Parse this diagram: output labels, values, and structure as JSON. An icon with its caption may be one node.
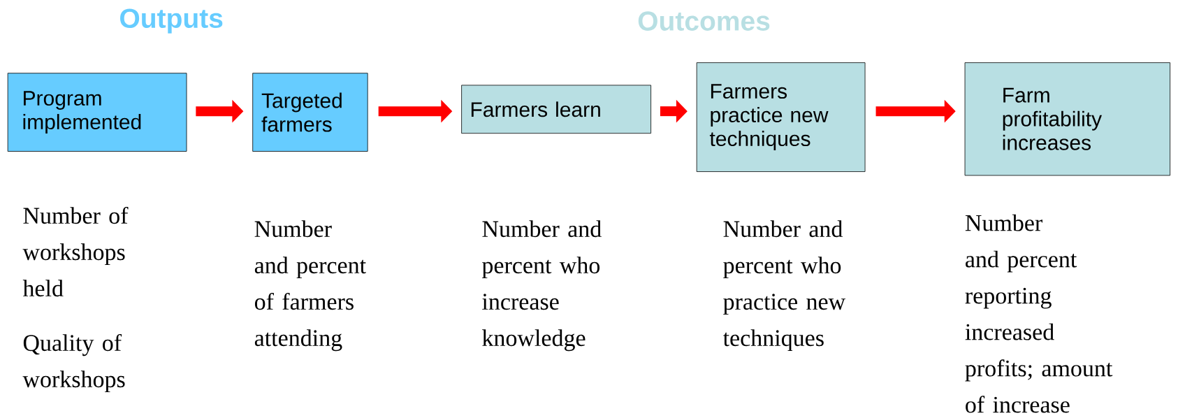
{
  "diagram": {
    "nodes": [
      {
        "text": [
          "Program implemented"
        ],
        "beside": [
          "Number of workshops held",
          "Quality of workshops"
        ]
      },
      {
        "text": [
          "Targeted farmers"
        ],
        "beside": [
          "Number and percent of farmers attending"
        ]
      },
      {
        "text": [
          "Farmers learn"
        ],
        "beside": [
          "Number and percent who increase knowledge"
        ]
      },
      {
        "text": [
          "Farmers practice new techniques"
        ],
        "beside": [
          "Number and percent who practice new techniques"
        ]
      },
      {
        "text": [
          "Farm profitability increases"
        ],
        "beside": [
          "Number and percent reporting increased profits; amount of increase"
        ]
      }
    ],
    "edges": [
      {
        "from": 0,
        "to": 1,
        "arrow": "to"
      },
      {
        "from": 1,
        "to": 2,
        "arrow": "to"
      },
      {
        "from": 2,
        "to": 3,
        "arrow": "to"
      },
      {
        "from": 3,
        "to": 4,
        "arrow": "to"
      }
    ],
    "labels": [
      "Outputs",
      "Outcomes"
    ]
  }
}
